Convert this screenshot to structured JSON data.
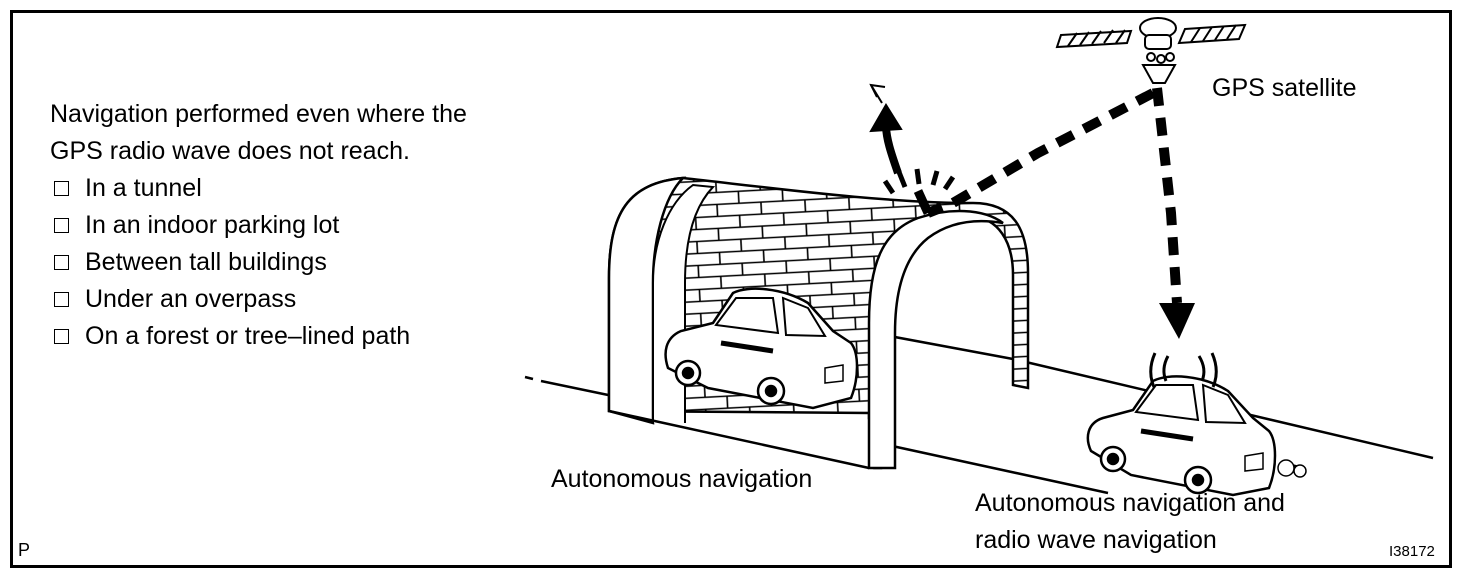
{
  "heading": {
    "line1": "Navigation performed even where the",
    "line2": "GPS radio wave does not reach."
  },
  "conditions": [
    "In a tunnel",
    "In an indoor parking lot",
    "Between tall buildings",
    "Under an overpass",
    "On a forest or tree–lined path"
  ],
  "labels": {
    "satellite": "GPS satellite",
    "autonomous": "Autonomous navigation",
    "combined_line1": "Autonomous navigation and",
    "combined_line2": "radio wave navigation",
    "corner_mark": "P",
    "figure_code": "I38172"
  }
}
